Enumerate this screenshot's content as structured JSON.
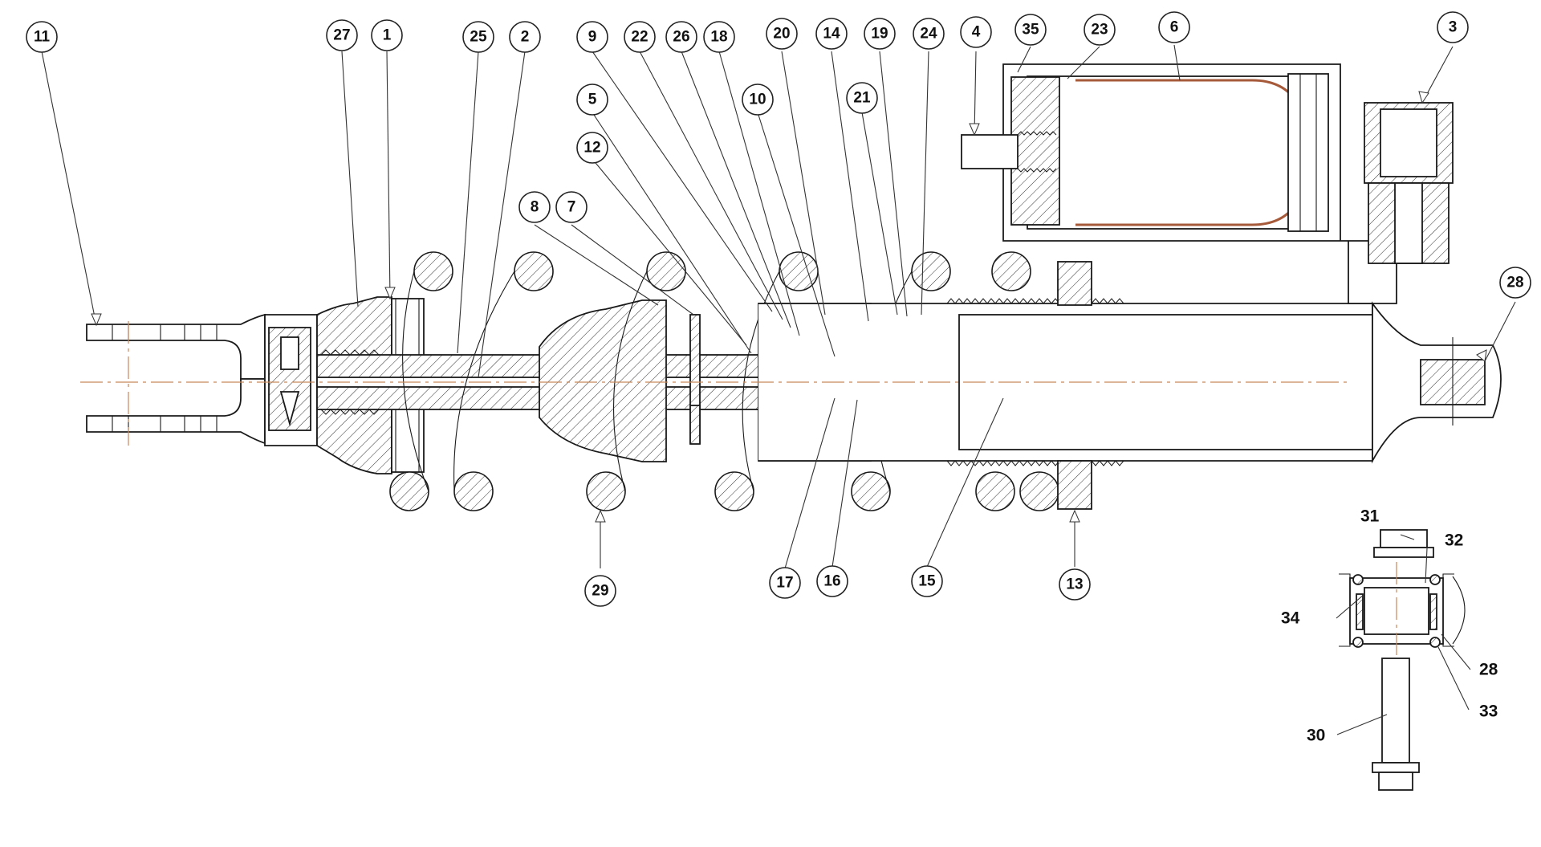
{
  "balloons": [
    {
      "label": "11"
    },
    {
      "label": "27"
    },
    {
      "label": "1"
    },
    {
      "label": "25"
    },
    {
      "label": "2"
    },
    {
      "label": "9"
    },
    {
      "label": "22"
    },
    {
      "label": "26"
    },
    {
      "label": "18"
    },
    {
      "label": "20"
    },
    {
      "label": "14"
    },
    {
      "label": "19"
    },
    {
      "label": "24"
    },
    {
      "label": "4"
    },
    {
      "label": "35"
    },
    {
      "label": "23"
    },
    {
      "label": "6"
    },
    {
      "label": "3"
    },
    {
      "label": "5"
    },
    {
      "label": "10"
    },
    {
      "label": "21"
    },
    {
      "label": "12"
    },
    {
      "label": "8"
    },
    {
      "label": "7"
    },
    {
      "label": "28"
    },
    {
      "label": "29"
    },
    {
      "label": "17"
    },
    {
      "label": "16"
    },
    {
      "label": "15"
    },
    {
      "label": "13"
    }
  ],
  "detail_labels": [
    {
      "label": "31"
    },
    {
      "label": "32"
    },
    {
      "label": "34"
    },
    {
      "label": "28"
    },
    {
      "label": "33"
    },
    {
      "label": "30"
    }
  ]
}
